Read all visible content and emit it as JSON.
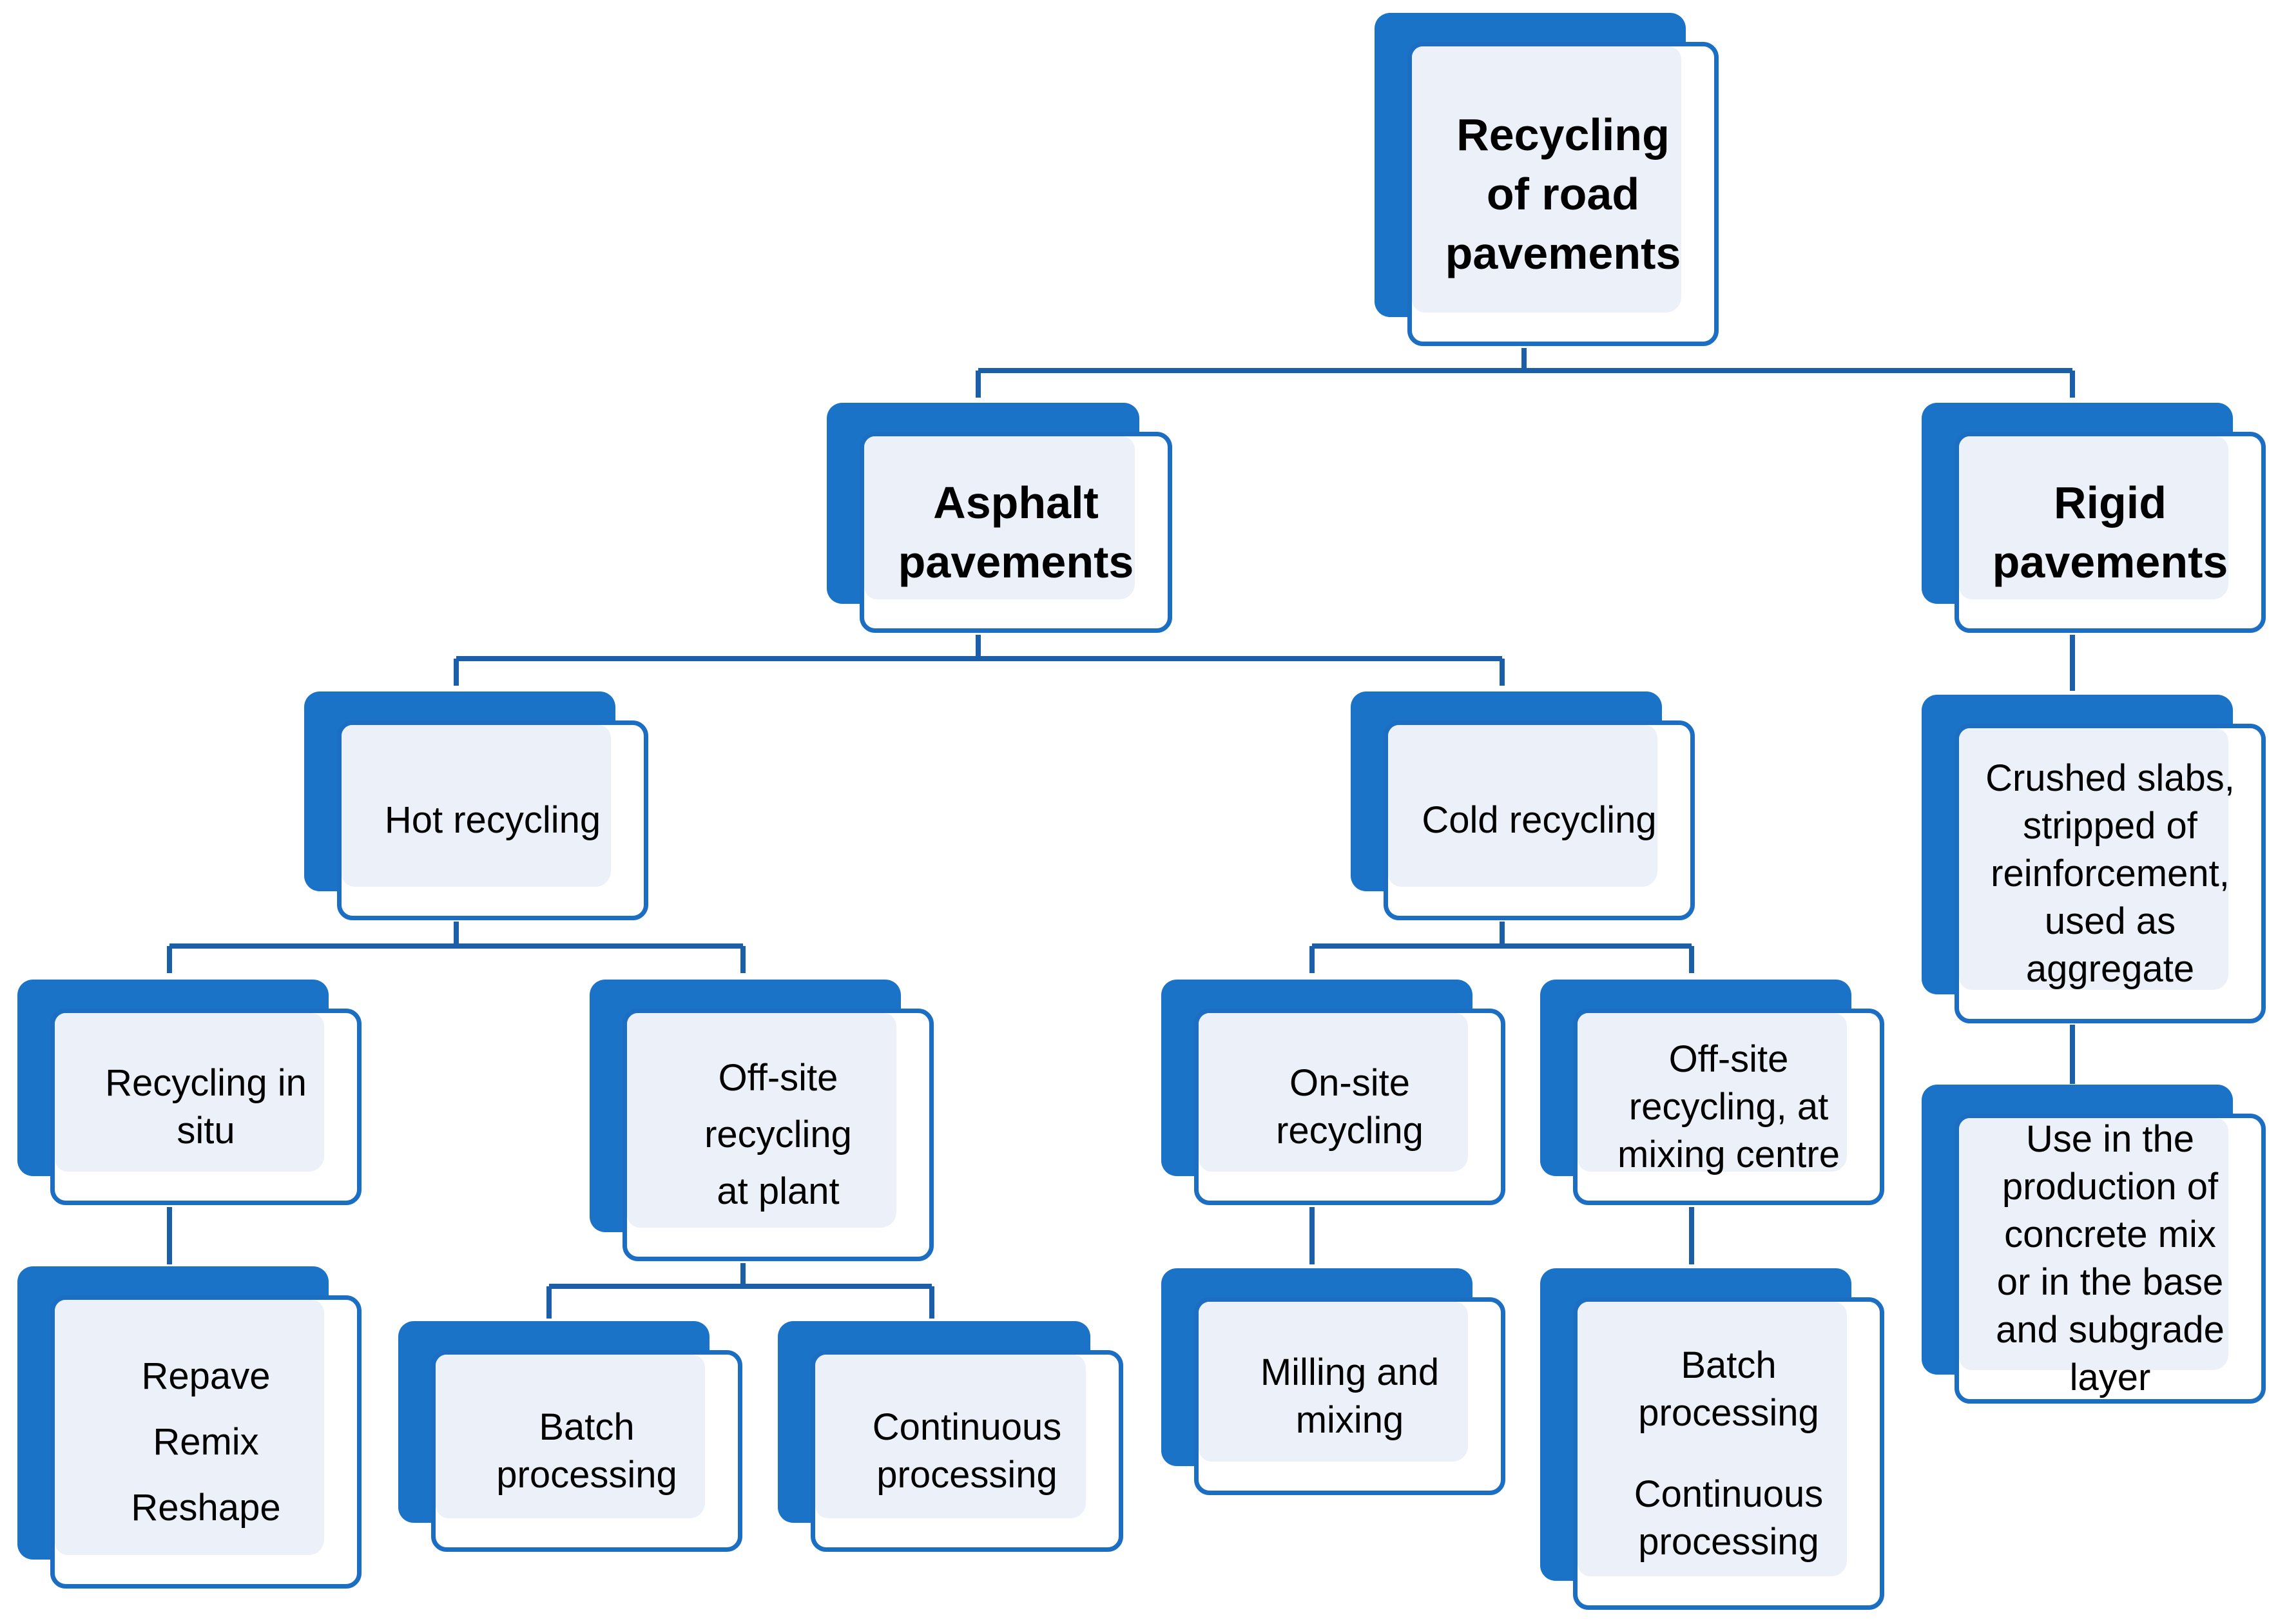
{
  "diagram": {
    "root": {
      "lines": [
        "Recycling",
        "of road",
        "pavements"
      ]
    },
    "asphalt": {
      "lines": [
        "Asphalt",
        "pavements"
      ]
    },
    "rigid": {
      "lines": [
        "Rigid",
        "pavements"
      ]
    },
    "hot": {
      "lines": [
        "Hot recycling"
      ]
    },
    "cold": {
      "lines": [
        "Cold recycling"
      ]
    },
    "insitu": {
      "lines": [
        "Recycling in",
        "situ"
      ]
    },
    "offplant": {
      "lines": [
        "Off-site",
        "recycling",
        "at plant"
      ]
    },
    "onsite": {
      "lines": [
        "On-site",
        "recycling"
      ]
    },
    "offmix": {
      "lines": [
        "Off-site",
        "recycling, at",
        "mixing centre"
      ]
    },
    "repave": {
      "lines": [
        "Repave",
        "Remix",
        "Reshape"
      ]
    },
    "batch": {
      "lines": [
        "Batch",
        "processing"
      ]
    },
    "continuous": {
      "lines": [
        "Continuous",
        "processing"
      ]
    },
    "milling": {
      "lines": [
        "Milling and",
        "mixing"
      ]
    },
    "batchcont": {
      "lines": [
        "Batch",
        "processing",
        "Continuous",
        "processing"
      ]
    },
    "crushed": {
      "lines": [
        "Crushed slabs,",
        "stripped of",
        "reinforcement,",
        "used as",
        "aggregate"
      ]
    },
    "use": {
      "lines": [
        "Use in the",
        "production of",
        "concrete mix",
        "or in the base",
        "and subgrade",
        "layer"
      ]
    }
  },
  "colors": {
    "shadow": "#1b73c7",
    "border": "#1b6ec2",
    "fill": "#ebf0f9",
    "connector": "#1a5fa8"
  }
}
